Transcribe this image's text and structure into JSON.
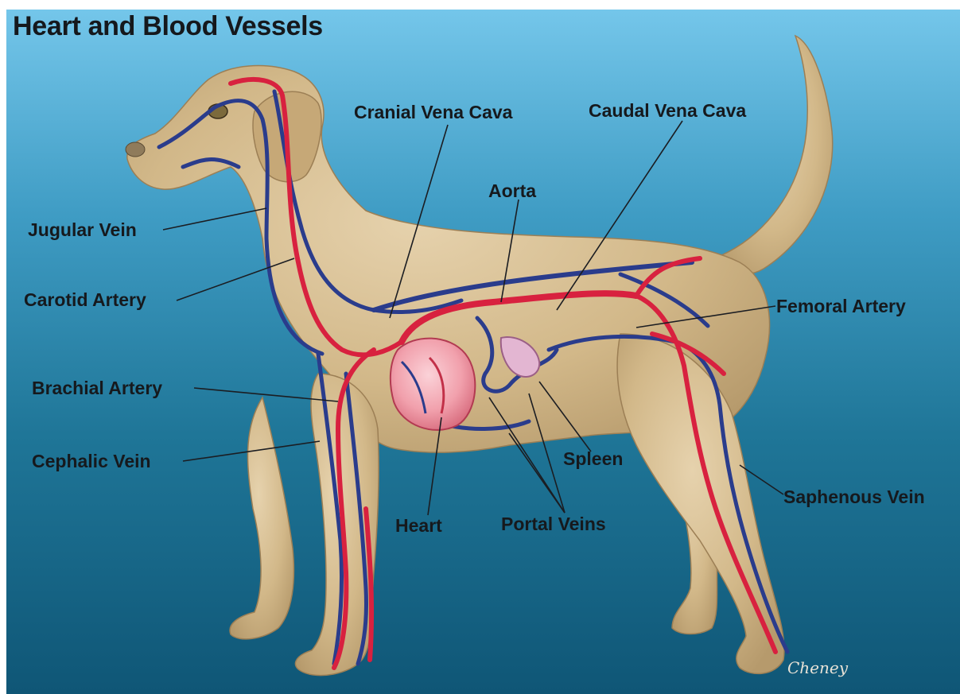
{
  "title": "Heart and Blood Vessels",
  "labels": {
    "jugular_vein": "Jugular Vein",
    "carotid_artery": "Carotid Artery",
    "brachial_artery": "Brachial Artery",
    "cephalic_vein": "Cephalic Vein",
    "cranial_vena_cava": "Cranial Vena Cava",
    "caudal_vena_cava": "Caudal Vena Cava",
    "aorta": "Aorta",
    "femoral_artery": "Femoral Artery",
    "spleen": "Spleen",
    "saphenous_vein": "Saphenous Vein",
    "heart": "Heart",
    "portal_veins": "Portal Veins"
  },
  "signature": "Cheney",
  "colors": {
    "background_top": "#74c6ea",
    "background_bottom": "#0f5676",
    "dog_fur": "#cfb58c",
    "artery": "#d8213f",
    "vein": "#2a3c8c",
    "heart": "#f09aa6",
    "label_text": "#16191d"
  }
}
